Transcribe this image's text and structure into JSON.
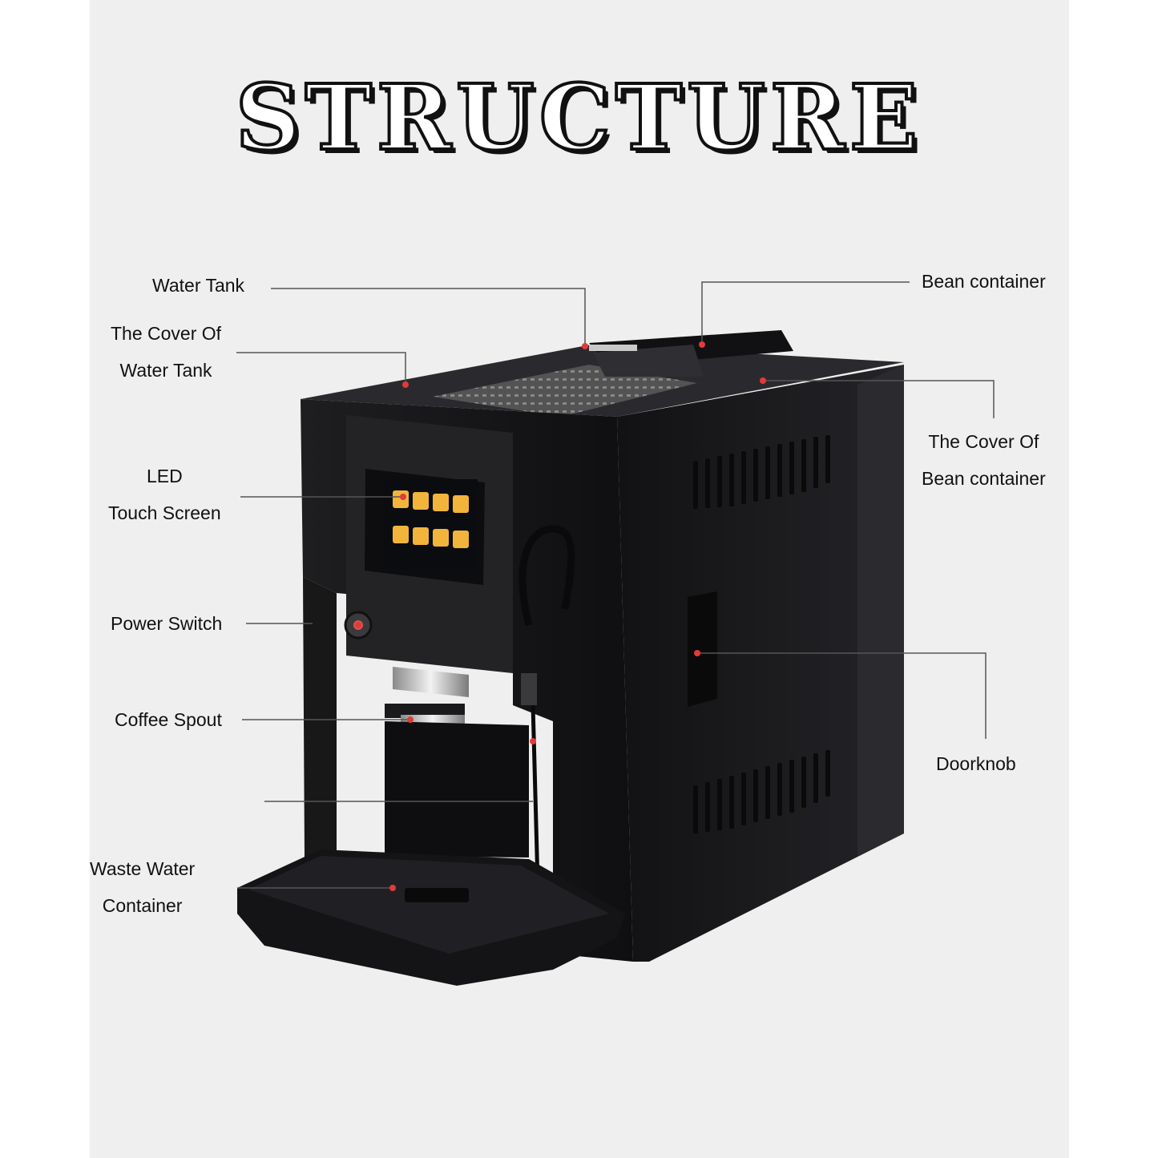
{
  "title": "STRUCTURE",
  "colors": {
    "background": "#efefef",
    "machine_body": "#1b1b1d",
    "leader_line": "#555555",
    "marker": "#e23a3a"
  },
  "labels": {
    "water_tank": "Water Tank",
    "cover_water_tank": [
      "The Cover Of",
      "Water Tank"
    ],
    "led_touch_screen": [
      "LED",
      "Touch Screen"
    ],
    "power_switch": "Power Switch",
    "coffee_spout": "Coffee Spout",
    "waste_water_container": [
      "Waste Water",
      "Container"
    ],
    "bean_container": "Bean container",
    "cover_bean_container": [
      "The Cover Of",
      "Bean container"
    ],
    "doorknob": "Doorknob"
  }
}
